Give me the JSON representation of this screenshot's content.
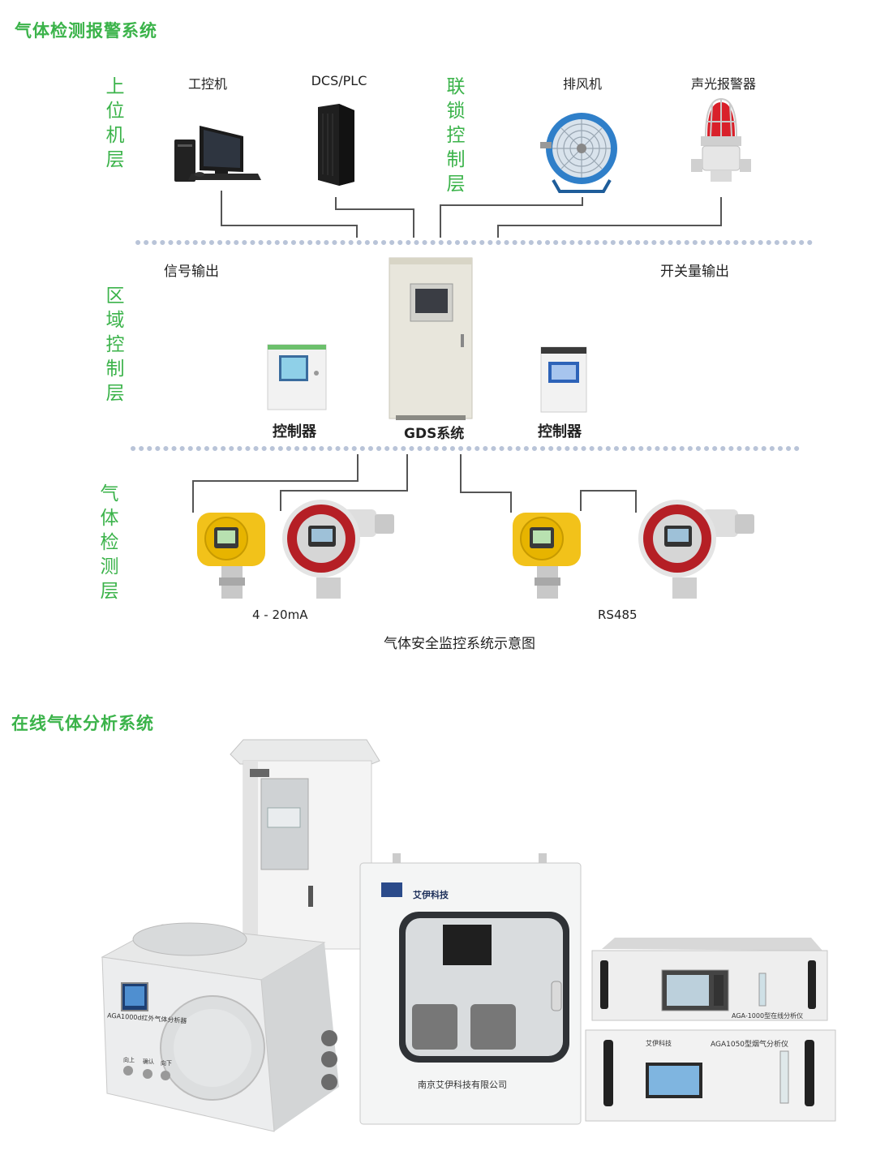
{
  "section1": {
    "title": "气体检测报警系统"
  },
  "layers": {
    "upper": "上\n位\n机\n层",
    "interlock": "联\n锁\n控\n制\n层",
    "area": "区\n域\n控\n制\n层",
    "detection": "气\n体\n检\n测\n层"
  },
  "upper_devices": [
    {
      "label": "工控机",
      "icon": "computer-icon"
    },
    {
      "label": "DCS/PLC",
      "icon": "server-cabinet-icon"
    },
    {
      "label": "排风机",
      "icon": "exhaust-fan-icon"
    },
    {
      "label": "声光报警器",
      "icon": "alarm-beacon-icon"
    }
  ],
  "signals": {
    "signal_output": "信号输出",
    "switch_output": "开关量输出"
  },
  "controllers": {
    "left": "控制器",
    "center": "GDS系统",
    "right": "控制器"
  },
  "protocols": {
    "left": "4 - 20mA",
    "right": "RS485"
  },
  "diagram_caption": "气体安全监控系统示意图",
  "section2": {
    "title": "在线气体分析系统"
  },
  "analyzers": {
    "company": "南京艾伊科技有限公司",
    "brand": "艾伊科技",
    "aga1000": "AGA-1000型在线分析仪",
    "aga1050": "AGA1050型烟气分析仪",
    "explosion_box": "AGA1000d红外气体分析器",
    "buttons": [
      "向上",
      "确认",
      "向下"
    ]
  },
  "colors": {
    "accent_green": "#3bb34a",
    "dot_line": "#b9c4d8",
    "connector": "#555555"
  }
}
